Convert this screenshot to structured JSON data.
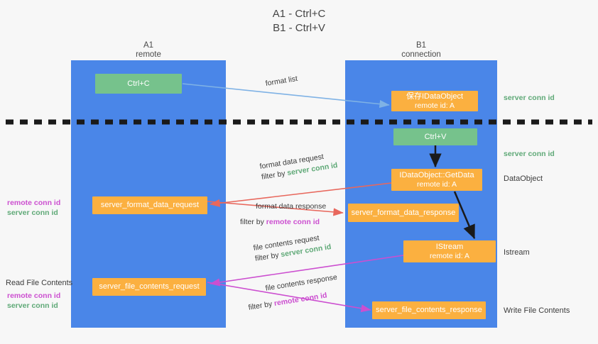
{
  "title": {
    "line1": "A1 - Ctrl+C",
    "line2": "B1 - Ctrl+V"
  },
  "lanes": [
    {
      "id": "a1",
      "name": "A1",
      "sub": "remote"
    },
    {
      "id": "b1",
      "name": "B1",
      "sub": "connection"
    }
  ],
  "nodes": {
    "ctrl_c": {
      "label": "Ctrl+C"
    },
    "save_dataobject": {
      "line1": "保存IDataObject",
      "line2": "remote id: A"
    },
    "ctrl_v": {
      "label": "Ctrl+V"
    },
    "getdata": {
      "line1": "IDataObject::GetData",
      "line2": "remote id: A"
    },
    "istream": {
      "line1": "IStream",
      "line2": "remote id: A"
    },
    "format_data_request": {
      "label": "server_format_data_request"
    },
    "format_data_response": {
      "label": "server_format_data_response"
    },
    "file_contents_request": {
      "label": "server_file_contents_request"
    },
    "file_contents_response": {
      "label": "server_file_contents_response"
    }
  },
  "edges": {
    "format_list": {
      "label": "format list"
    },
    "format_data_request": {
      "label": "format data request",
      "filter_prefix": "filter by ",
      "filter_value": "server conn id"
    },
    "format_data_response": {
      "label": "format data response",
      "filter_prefix": "filter by ",
      "filter_value": "remote conn id"
    },
    "file_contents_request": {
      "label": "file contents request",
      "filter_prefix": "filter by ",
      "filter_value": "server conn id"
    },
    "file_contents_response": {
      "label": "file contents response",
      "filter_prefix": "filter by ",
      "filter_value": "remote conn id"
    }
  },
  "left_notes": {
    "conn_pair_top": {
      "remote": "remote conn id",
      "server": "server conn id"
    },
    "read_file_contents": "Read File Contents",
    "conn_pair_bottom": {
      "remote": "remote conn id",
      "server": "server conn id"
    }
  },
  "right_notes": {
    "server_conn_top": "server conn id",
    "server_conn_mid": "server conn id",
    "dataobject": "DataObject",
    "istream": "Istream",
    "write_file_contents": "Write File Contents"
  },
  "colors": {
    "lane": "#4a86e8",
    "green_node": "#76c28c",
    "orange_node": "#fbb040",
    "server_conn": "#5fa977",
    "remote_conn": "#cc4fd0",
    "arrow_blue": "#7fb2e5",
    "arrow_red": "#e8685d",
    "arrow_magenta": "#cc4fd0",
    "arrow_black": "#1a1a1a",
    "background": "#f7f7f7"
  }
}
